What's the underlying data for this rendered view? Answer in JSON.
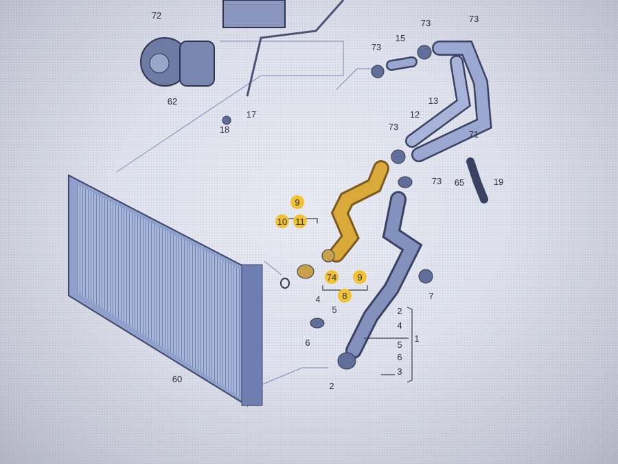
{
  "diagram": {
    "title": "Coolant hoses and radiator parts diagram",
    "labels": [
      "72",
      "62",
      "17",
      "18",
      "73",
      "15",
      "73",
      "73",
      "13",
      "12",
      "73",
      "71",
      "73",
      "65",
      "19",
      "9",
      "10",
      "11",
      "74",
      "9",
      "8",
      "7",
      "4",
      "5",
      "6",
      "2",
      "60",
      "2",
      "4",
      "5",
      "6",
      "3",
      "1"
    ],
    "highlighted_labels": [
      "9",
      "10",
      "11",
      "74",
      "9",
      "8"
    ],
    "colors": {
      "highlight": "#f1c232",
      "hose_highlight": "#d9a93a",
      "part": "#5f6f9a",
      "line": "#3a3c4a"
    }
  }
}
